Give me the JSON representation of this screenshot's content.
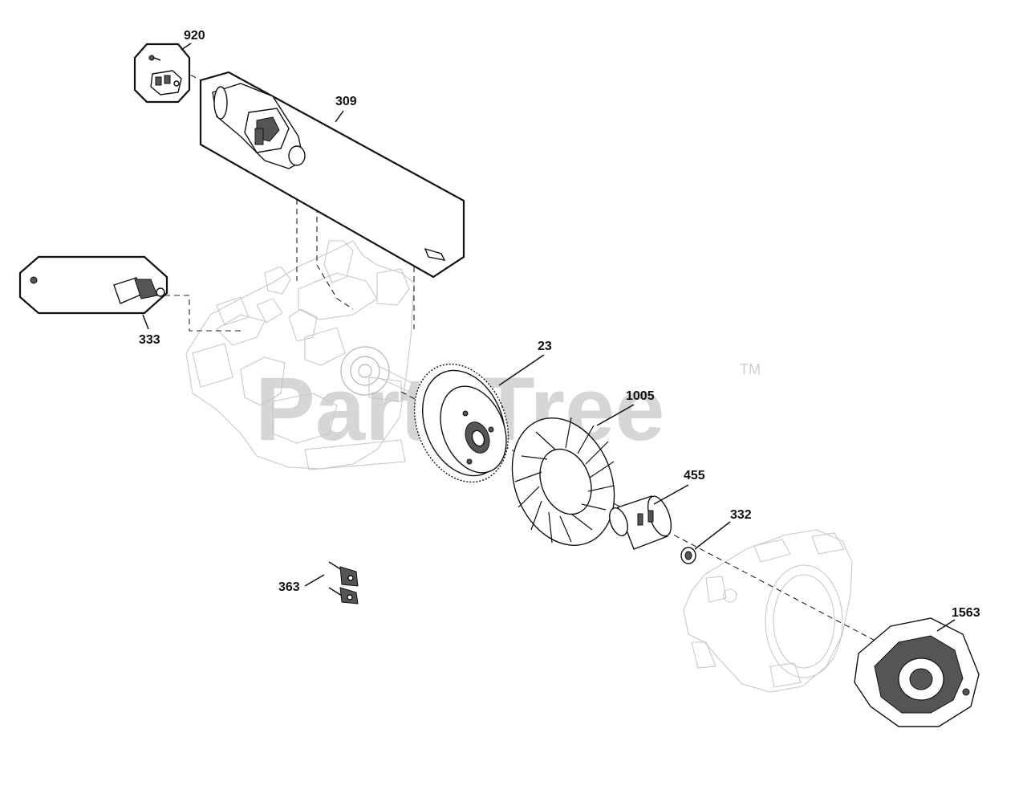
{
  "watermark": {
    "text": "PartsTree",
    "tm": "TM"
  },
  "callouts": {
    "c920": "920",
    "c309": "309",
    "c333": "333",
    "c23": "23",
    "c1005": "1005",
    "c455": "455",
    "c332": "332",
    "c363": "363",
    "c1563": "1563"
  }
}
